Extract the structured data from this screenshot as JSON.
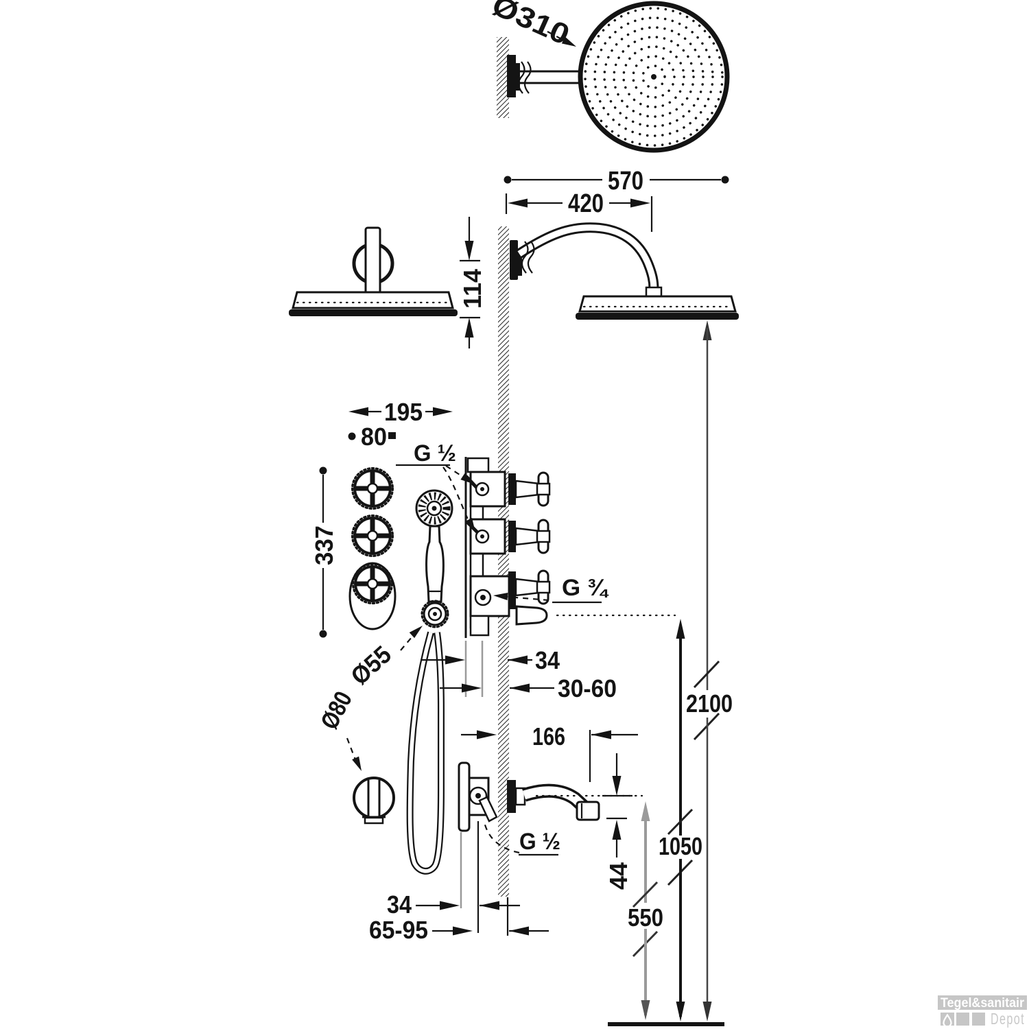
{
  "title": "Thermostatic shower set installation diagram",
  "colors": {
    "line": "#141414",
    "gray_line": "#9a9a9a",
    "logo_gray": "#c6c6c6",
    "logo_text": "#ffffff"
  },
  "top_view": {
    "diameter": "Ø310",
    "overall": "570",
    "reach": "420"
  },
  "rain_head": {
    "drop": "114",
    "height": "2100"
  },
  "valve": {
    "trim_width": "195",
    "handle_spacing": "80",
    "trim_height": "337",
    "inlet_thread": "G ½",
    "outlet_thread": "G ¾",
    "face_offset": "34",
    "recess_depth": "30-60",
    "outlet_height": "1050"
  },
  "hand_shower": {
    "holder_diameter": "Ø55",
    "valve_diameter": "Ø80"
  },
  "spout": {
    "reach": "166",
    "thread": "G ½",
    "drop": "44",
    "height": "550",
    "face_offset": "34",
    "recess_depth": "65-95"
  },
  "logo": {
    "brand": "Tegel&sanitair",
    "sub": "Depot"
  }
}
